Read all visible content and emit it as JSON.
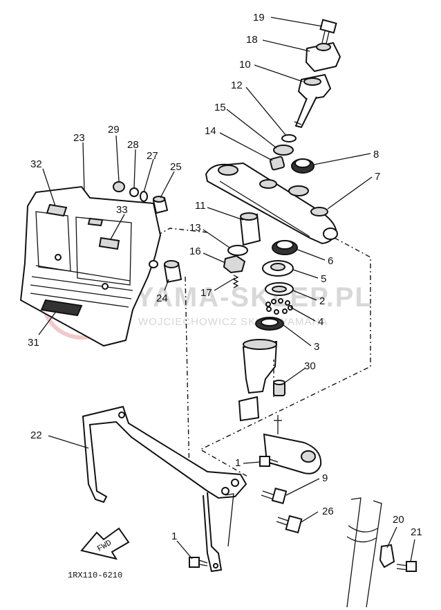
{
  "watermark": {
    "line1": "YAMA-SKLEP.PL",
    "line2": "WOJCIECHOWICZ SKLEP YAMAHA"
  },
  "diagram_code": "1RX110-6210",
  "fwd_label": "FWD",
  "callouts": [
    {
      "id": "c19",
      "text": "19"
    },
    {
      "id": "c18",
      "text": "18"
    },
    {
      "id": "c10",
      "text": "10"
    },
    {
      "id": "c12",
      "text": "12"
    },
    {
      "id": "c15",
      "text": "15"
    },
    {
      "id": "c14",
      "text": "14"
    },
    {
      "id": "c8",
      "text": "8"
    },
    {
      "id": "c7",
      "text": "7"
    },
    {
      "id": "c11",
      "text": "11"
    },
    {
      "id": "c13",
      "text": "13"
    },
    {
      "id": "c16",
      "text": "16"
    },
    {
      "id": "c17",
      "text": "17"
    },
    {
      "id": "c6",
      "text": "6"
    },
    {
      "id": "c5",
      "text": "5"
    },
    {
      "id": "c2",
      "text": "2"
    },
    {
      "id": "c4",
      "text": "4"
    },
    {
      "id": "c3",
      "text": "3"
    },
    {
      "id": "c30",
      "text": "30"
    },
    {
      "id": "c29",
      "text": "29"
    },
    {
      "id": "c28",
      "text": "28"
    },
    {
      "id": "c27",
      "text": "27"
    },
    {
      "id": "c25",
      "text": "25"
    },
    {
      "id": "c23",
      "text": "23"
    },
    {
      "id": "c32",
      "text": "32"
    },
    {
      "id": "c33",
      "text": "33"
    },
    {
      "id": "c24",
      "text": "24"
    },
    {
      "id": "c31",
      "text": "31"
    },
    {
      "id": "c22",
      "text": "22"
    },
    {
      "id": "c1a",
      "text": "1"
    },
    {
      "id": "c9",
      "text": "9"
    },
    {
      "id": "c26",
      "text": "26"
    },
    {
      "id": "c1b",
      "text": "1"
    },
    {
      "id": "c20",
      "text": "20"
    },
    {
      "id": "c21",
      "text": "21"
    }
  ]
}
